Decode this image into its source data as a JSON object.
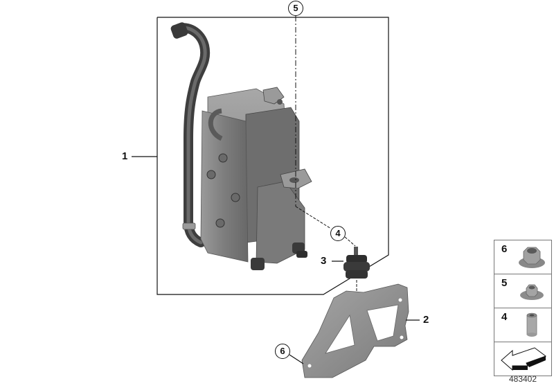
{
  "diagram": {
    "type": "exploded-parts-diagram",
    "subject": "Auxiliary heater unit with coolant hose and mounting bracket",
    "diagram_number": "483402",
    "colors": {
      "line": "#111111",
      "part_gray": "#8a8a8a",
      "part_dark": "#3a3a3a",
      "legend_border": "#777777",
      "background": "#ffffff"
    },
    "callouts": [
      {
        "id": "1",
        "label": "1",
        "style": "plain",
        "part": "heater-assembly"
      },
      {
        "id": "2",
        "label": "2",
        "style": "plain",
        "part": "mounting-bracket"
      },
      {
        "id": "3",
        "label": "3",
        "style": "plain",
        "part": "rubber-mount"
      },
      {
        "id": "4",
        "label": "4",
        "style": "circled",
        "part": "spacer-sleeve"
      },
      {
        "id": "5",
        "label": "5",
        "style": "circled",
        "part": "flange-nut-small"
      },
      {
        "id": "6",
        "label": "6",
        "style": "circled",
        "part": "flange-nut-large"
      }
    ],
    "legend": {
      "items": [
        {
          "label": "6",
          "icon": "hex-flange-nut-large-icon"
        },
        {
          "label": "5",
          "icon": "hex-flange-nut-small-icon"
        },
        {
          "label": "4",
          "icon": "sleeve-icon"
        },
        {
          "label": "",
          "icon": "direction-arrow-icon"
        }
      ]
    }
  }
}
